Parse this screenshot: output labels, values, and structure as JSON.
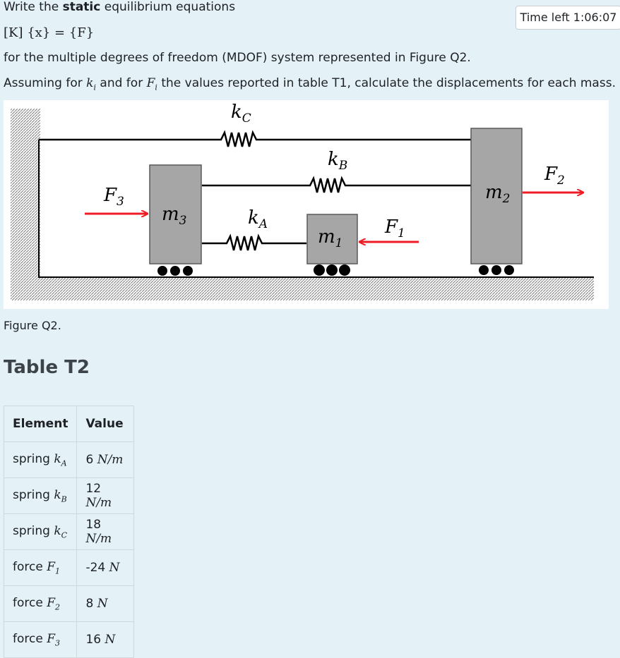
{
  "question": {
    "intro_pre": "Write the ",
    "intro_bold": "static",
    "intro_post": " equilibrium equations",
    "equation": "[K] {x} = {F}",
    "mdof_text": "for the multiple degrees of freedom (MDOF) system represented in Figure Q2.",
    "assume_pre": "Assuming for ",
    "assume_k": "k",
    "assume_k_sub": "i",
    "assume_mid": " and for ",
    "assume_f": "F",
    "assume_f_sub": "i",
    "assume_post": " the values reported in table T1, calculate the displacements for each mass."
  },
  "timer": {
    "label": "Time left 1:06:07"
  },
  "figure": {
    "caption": "Figure Q2.",
    "labels": {
      "kC": "k",
      "kC_sub": "C",
      "kB": "k",
      "kB_sub": "B",
      "kA": "k",
      "kA_sub": "A",
      "m1": "m",
      "m1_sub": "1",
      "m2": "m",
      "m2_sub": "2",
      "m3": "m",
      "m3_sub": "3",
      "F1": "F",
      "F1_sub": "1",
      "F2": "F",
      "F2_sub": "2",
      "F3": "F",
      "F3_sub": "3"
    },
    "colors": {
      "mass_fill": "#a6a6a6",
      "arrow": "#ee1c24",
      "hatch": "#8c8c8c"
    }
  },
  "table": {
    "title": "Table T2",
    "headers": [
      "Element",
      "Value"
    ],
    "rows": [
      {
        "element": "spring ",
        "sym": "k",
        "sub": "A",
        "value": "6 ",
        "unit": "N/m"
      },
      {
        "element": "spring ",
        "sym": "k",
        "sub": "B",
        "value": "12 ",
        "unit": "N/m"
      },
      {
        "element": "spring ",
        "sym": "k",
        "sub": "C",
        "value": "18 ",
        "unit": "N/m"
      },
      {
        "element": "force ",
        "sym": "F",
        "sub": "1",
        "value": "-24 ",
        "unit": "N"
      },
      {
        "element": "force ",
        "sym": "F",
        "sub": "2",
        "value": "8 ",
        "unit": "N"
      },
      {
        "element": "force ",
        "sym": "F",
        "sub": "3",
        "value": "16 ",
        "unit": "N"
      }
    ]
  }
}
